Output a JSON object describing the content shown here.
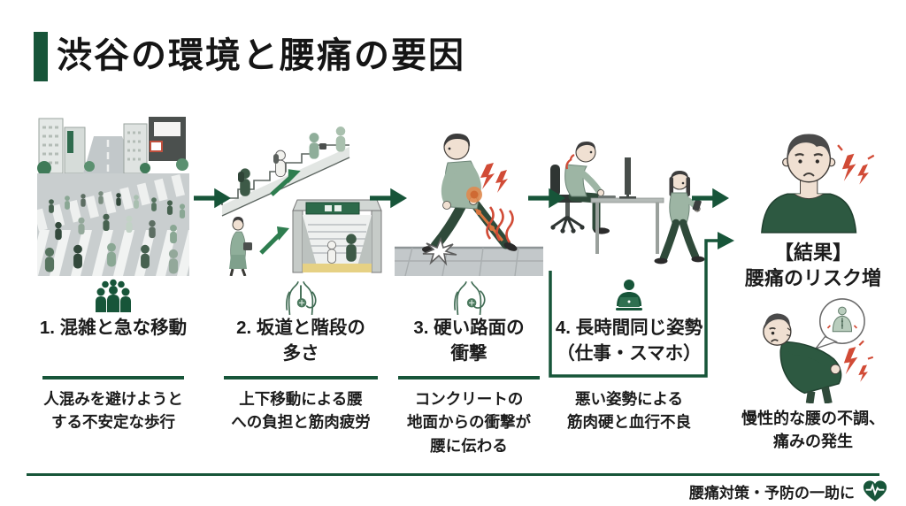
{
  "title": "渋谷の環境と腰痛の要因",
  "steps": [
    {
      "title": "1. 混雑と急な移動",
      "desc": "人混みを避けようと\nする不安定な歩行",
      "icon": "crowd-icon",
      "illustration": "shibuya-scramble-crossing"
    },
    {
      "title": "2. 坂道と階段の\n多さ",
      "desc": "上下移動による腰\nへの負担と筋肉疲労",
      "icon": "lower-back-spine-icon",
      "illustration": "slopes-stairs-subway-entrance"
    },
    {
      "title": "3. 硬い路面の\n衝撃",
      "desc": "コンクリートの\n地面からの衝撃が\n腰に伝わる",
      "icon": "hand-on-lower-back-icon",
      "illustration": "walking-on-hard-pavement"
    },
    {
      "title": "4. 長時間同じ姿勢\n（仕事・スマホ）",
      "desc": "悪い姿勢による\n筋肉硬と血行不良",
      "icon": "person-at-laptop-icon",
      "illustration": "desk-work-and-smartphone-walking"
    }
  ],
  "result": {
    "label": "【結果】",
    "sublabel": "腰痛のリスク増",
    "caption": "慢性的な腰の不調、\n痛みの発生",
    "illustration_top": "worried-man-shoulder-pain",
    "illustration_bottom": "man-holding-lower-back-with-speech-bubble"
  },
  "footer": {
    "text": "腰痛対策・予防の一助に",
    "icon": "heart-pulse-icon"
  },
  "icons": {
    "flow": "arrow-right-icon",
    "result_connector": "elbow-arrow-icon"
  },
  "colors": {
    "primary_green": "#175539",
    "clothing_green_dark": "#2d5941",
    "clothing_sage": "#9db5a4",
    "pain_red": "#d14b36",
    "impact_orange": "#d9763f",
    "road_gray": "#c7ccce",
    "text": "#1b1b1b",
    "background": "#ffffff"
  }
}
